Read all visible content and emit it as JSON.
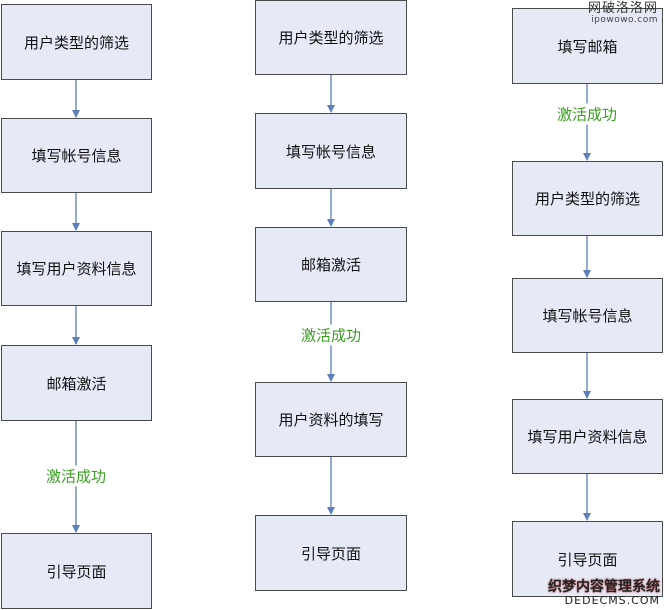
{
  "colors": {
    "box_fill": "#e6eaf7",
    "box_border": "#4a4a4a",
    "arrow": "#5b7fb8",
    "success_label": "#3aa022"
  },
  "flow1": {
    "step1": "用户类型的筛选",
    "step2": "填写帐号信息",
    "step3": "填写用户资料信息",
    "step4": "邮箱激活",
    "edge_label": "激活成功",
    "step5": "引导页面"
  },
  "flow2": {
    "step1": "用户类型的筛选",
    "step2": "填写帐号信息",
    "step3": "邮箱激活",
    "edge_label": "激活成功",
    "step4": "用户资料的填写",
    "step5": "引导页面"
  },
  "flow3": {
    "step1": "填写邮箱",
    "edge_label": "激活成功",
    "step2": "用户类型的筛选",
    "step3": "填写帐号信息",
    "step4": "填写用户资料信息",
    "step5": "引导页面"
  },
  "watermark_top": {
    "line1": "网破洛洛网",
    "line2": "ipowowo.com"
  },
  "watermark_bottom": {
    "line1": "织梦内容管理系统",
    "line2": "DEDECMS.COM"
  }
}
